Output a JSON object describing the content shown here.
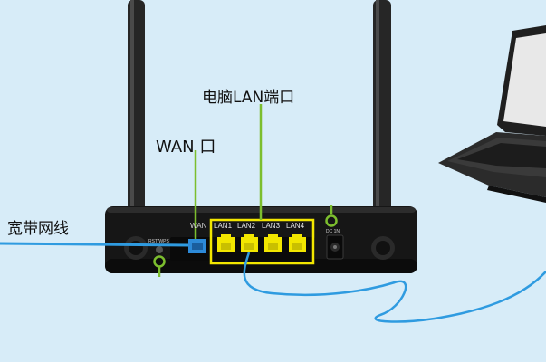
{
  "labels": {
    "broadband_cable": "宽带网线",
    "wan_port": "WAN 口",
    "lan_ports": "电脑LAN端口"
  },
  "router": {
    "wan_marking": "WAN",
    "lan_markings": [
      "LAN1",
      "LAN2",
      "LAN3",
      "LAN4"
    ],
    "reset_marking": "RST/WPS",
    "power_marking": "DC 1N"
  },
  "colors": {
    "background": "#d7ecf8",
    "callout_line": "#7cbe2e",
    "cable": "#2f9be0",
    "lan_highlight": "#f2e600",
    "router_body": "#161616"
  }
}
